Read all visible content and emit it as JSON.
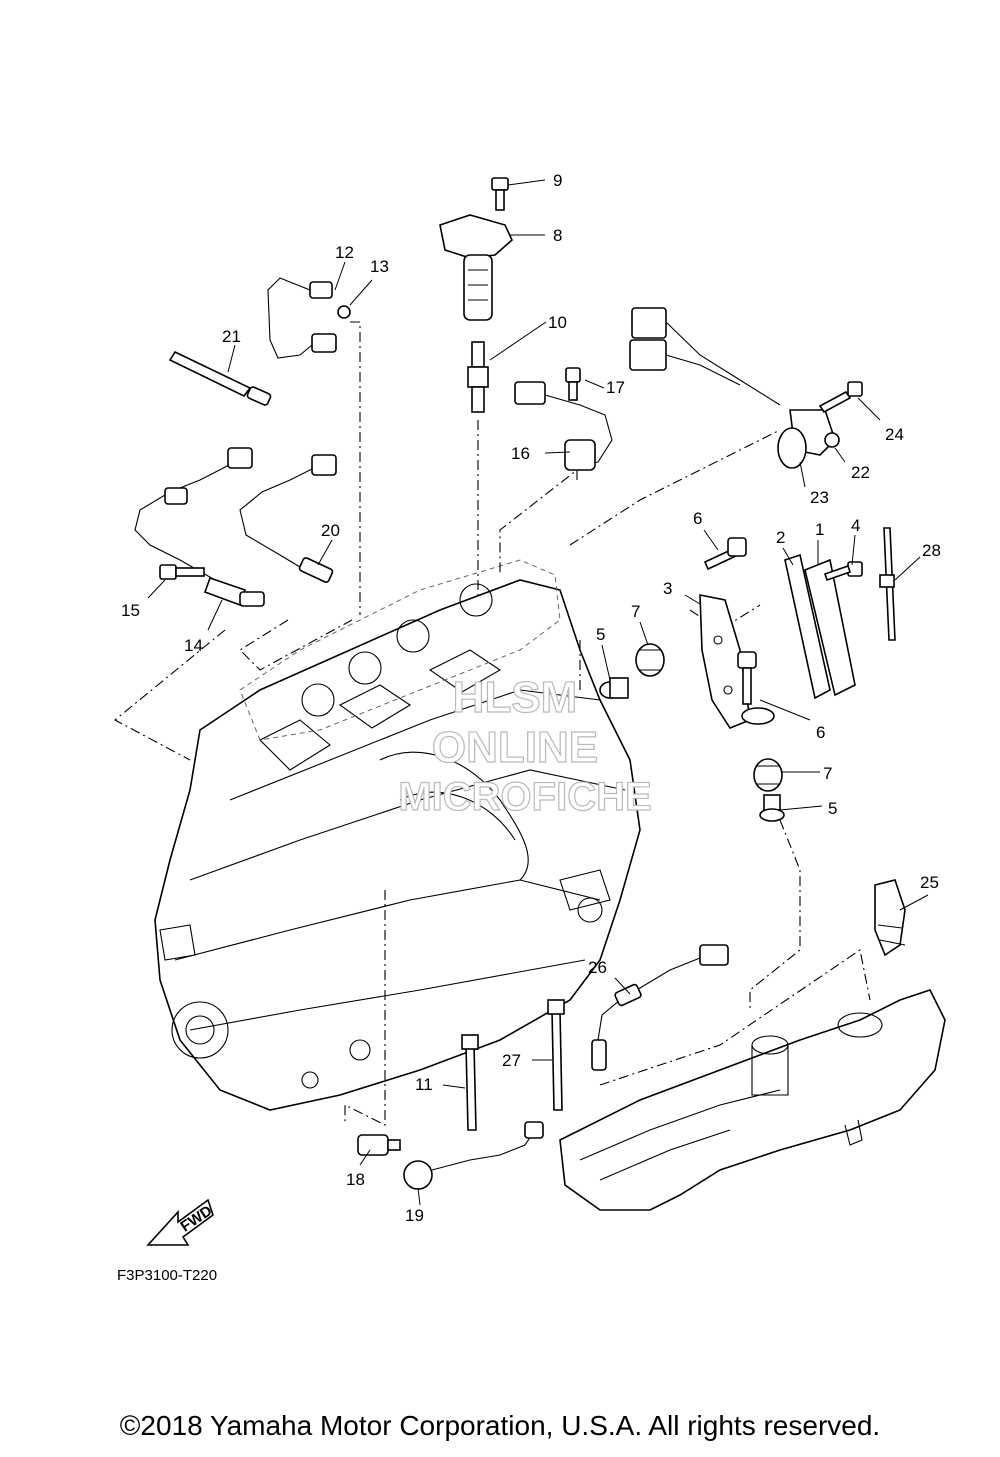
{
  "diagram": {
    "callouts": [
      "1",
      "2",
      "3",
      "4",
      "5",
      "5",
      "6",
      "6",
      "7",
      "7",
      "8",
      "9",
      "10",
      "11",
      "12",
      "13",
      "14",
      "15",
      "16",
      "17",
      "18",
      "19",
      "20",
      "21",
      "22",
      "23",
      "24",
      "25",
      "26",
      "27",
      "28"
    ],
    "fwd_label": "FWD",
    "diagram_code": "F3P3100-T220",
    "watermark": [
      "HLSM",
      "ONLINE",
      "MICROFICHE"
    ]
  },
  "footer": {
    "copyright": "©2018 Yamaha Motor Corporation, U.S.A. All rights reserved."
  }
}
